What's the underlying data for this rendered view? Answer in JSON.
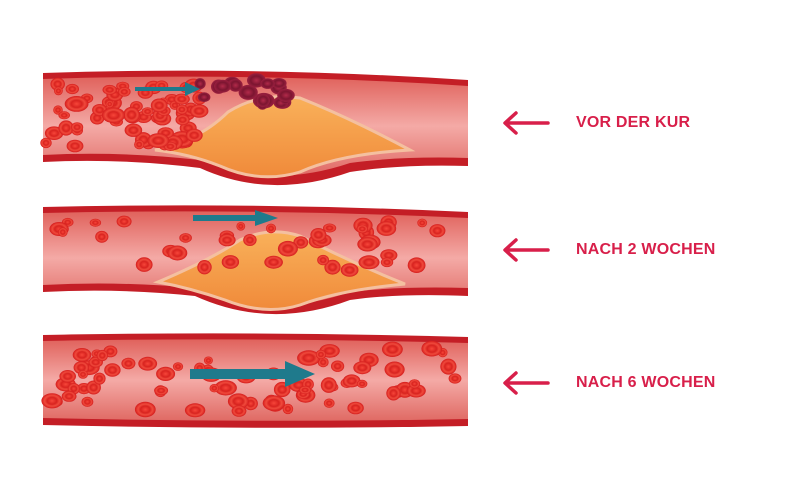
{
  "colors": {
    "accent": "#d81f4a",
    "vessel_wall": "#c8202a",
    "vessel_inner": "#f2a7a3",
    "plaque": "#f6a04a",
    "flow_arrow": "#1f7a8c",
    "cell": "#e8282a",
    "clot_cell": "#8e1b3a"
  },
  "stages": [
    {
      "label": "VOR DER KUR",
      "icon": "arrow-left-icon"
    },
    {
      "label": "NACH 2 WOCHEN",
      "icon": "arrow-left-icon"
    },
    {
      "label": "NACH 6 WOCHEN",
      "icon": "arrow-left-icon"
    }
  ]
}
